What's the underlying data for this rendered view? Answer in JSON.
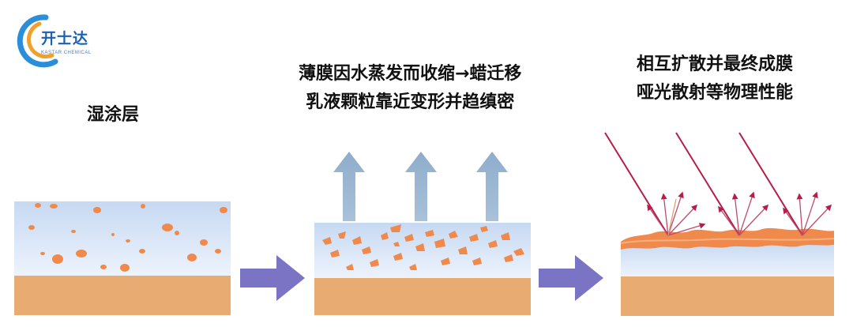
{
  "logo": {
    "name_cn": "开士达",
    "name_en": "KASTAR CHEMICAL",
    "colors": {
      "blue": "#2a8fd8",
      "orange": "#f0a12c",
      "text": "#1f5fb0"
    }
  },
  "stages": [
    {
      "caption_lines": [
        "湿涂层"
      ]
    },
    {
      "caption_lines": [
        "薄膜因水蒸发而收缩→蜡迁移",
        "乳液颗粒靠近变形并趋缜密"
      ]
    },
    {
      "caption_lines": [
        "相互扩散并最终成膜",
        "哑光散射等物理性能"
      ]
    }
  ],
  "colors": {
    "coating_top": "#c6d9f2",
    "coating_bottom": "#e9f1fc",
    "substrate": "#e8ac72",
    "particle": "#ef8a4c",
    "process_arrow": "#7b74c4",
    "vapor_arrow": "#86a7c6",
    "light_ray": "#b51d4a"
  },
  "icons": [
    "up-arrow-icon",
    "right-arrow-icon",
    "light-ray-icon"
  ]
}
